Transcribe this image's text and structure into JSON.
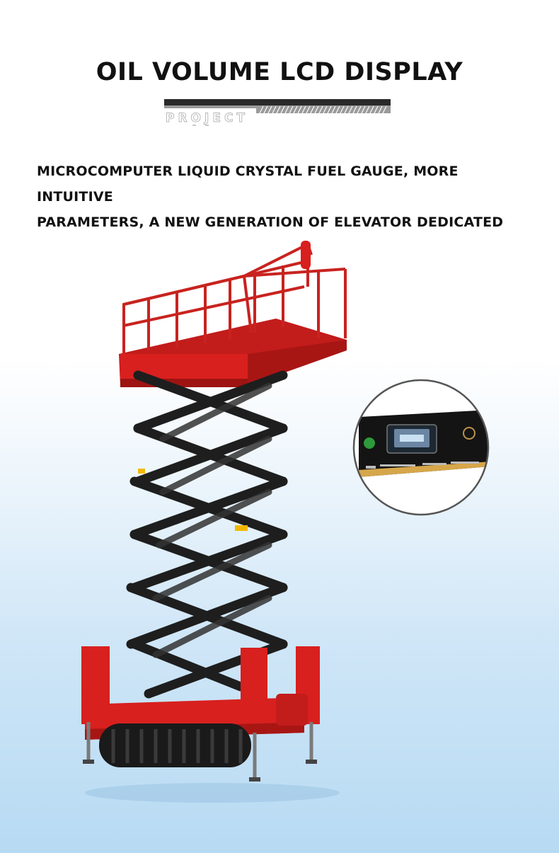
{
  "header": {
    "title": "OIL VOLUME LCD DISPLAY",
    "ribbon_text": "PROJECT"
  },
  "description": {
    "line1": "MICROCOMPUTER LIQUID CRYSTAL FUEL GAUGE, MORE INTUITIVE",
    "line2": "PARAMETERS, A NEW GENERATION OF ELEVATOR DEDICATED"
  },
  "colors": {
    "lift_red": "#d8201e",
    "scissor_black": "#1e1e1e",
    "frame_gray": "#555555"
  },
  "product": {
    "image_icon": "scissor-lift-illustration",
    "detail_icon": "lcd-fuel-gauge-closeup"
  }
}
